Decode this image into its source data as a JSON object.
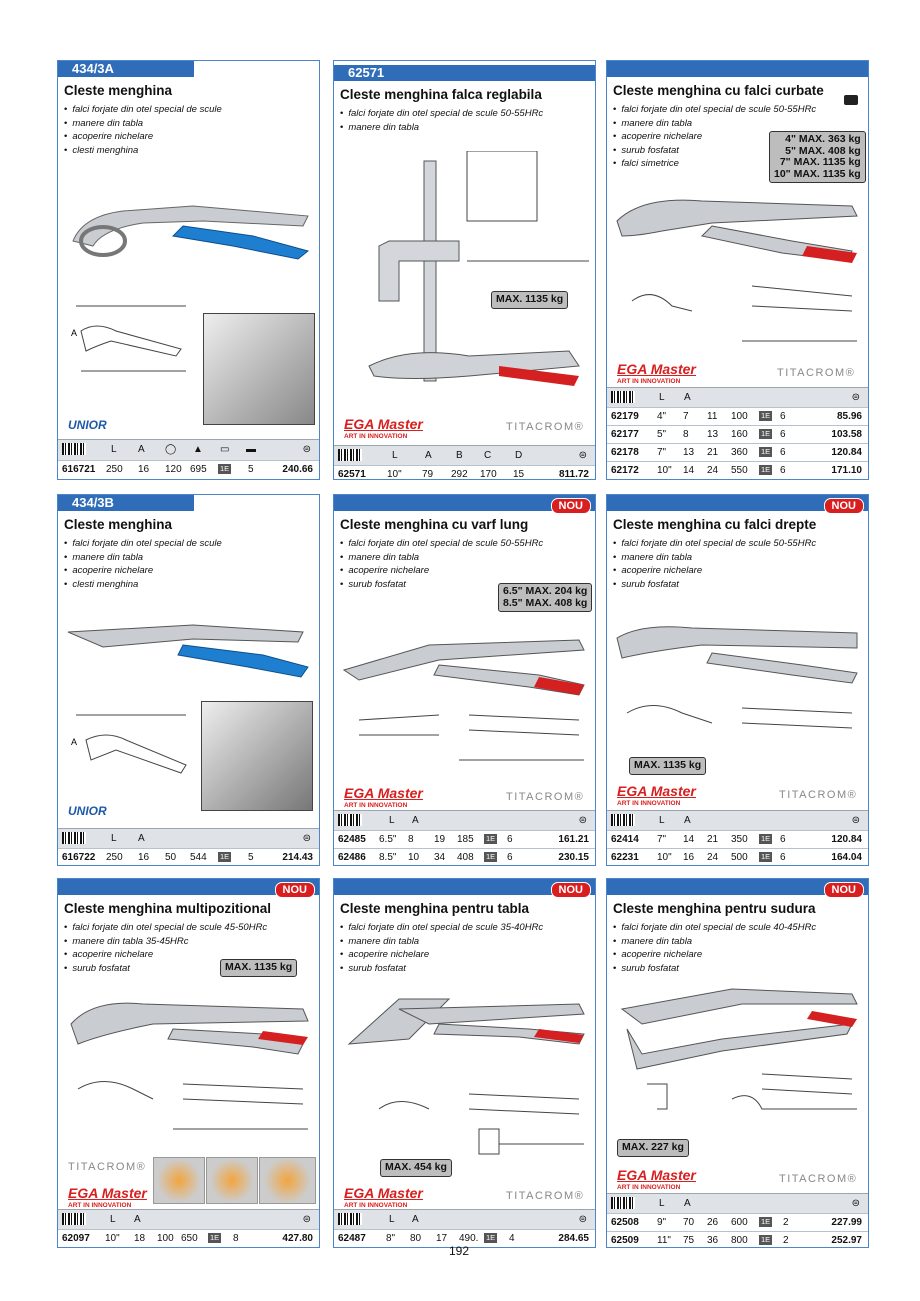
{
  "page_number": "192",
  "cards": [
    {
      "header": "434/3A",
      "title": "Cleste menghina",
      "features": [
        "falci forjate din otel special de scule",
        "manere din tabla",
        "acoperire nichelare",
        "clesti menghina"
      ],
      "brand": "UNIOR",
      "cols": [
        "L",
        "A",
        "",
        "",
        "",
        "",
        ""
      ],
      "rows": [
        [
          "616721",
          "250",
          "16",
          "120",
          "695",
          "1E",
          "5",
          "240.66"
        ]
      ]
    },
    {
      "header": "62571",
      "title": "Cleste menghina falca reglabila",
      "features": [
        "falci forjate din otel special de scule 50-55HRc",
        "manere din tabla"
      ],
      "max": "MAX. 1135 kg",
      "brand_ega": "EGA Master",
      "ega_sub": "ART IN INNOVATION",
      "titacrom": "TITACROM®",
      "cols": [
        "L",
        "A",
        "B",
        "C",
        "D"
      ],
      "rows": [
        [
          "62571",
          "10\"",
          "79",
          "292",
          "170",
          "15",
          "811.72"
        ]
      ]
    },
    {
      "header": "",
      "title": "Cleste menghina cu falci curbate",
      "features": [
        "falci forjate din otel special de scule 50-55HRc",
        "manere din tabla",
        "acoperire nichelare",
        "surub fosfatat",
        "falci simetrice"
      ],
      "max_lines": [
        "4\" MAX. 363 kg",
        "5\" MAX. 408 kg",
        "7\" MAX. 1135 kg",
        "10\" MAX. 1135 kg"
      ],
      "brand_ega": "EGA Master",
      "ega_sub": "ART IN INNOVATION",
      "titacrom": "TITACROM®",
      "rows": [
        [
          "62179",
          "4\"",
          "7",
          "11",
          "100",
          "1E",
          "6",
          "85.96"
        ],
        [
          "62177",
          "5\"",
          "8",
          "13",
          "160",
          "1E",
          "6",
          "103.58"
        ],
        [
          "62178",
          "7\"",
          "13",
          "21",
          "360",
          "1E",
          "6",
          "120.84"
        ],
        [
          "62172",
          "10\"",
          "14",
          "24",
          "550",
          "1E",
          "6",
          "171.10"
        ]
      ]
    },
    {
      "header": "434/3B",
      "title": "Cleste menghina",
      "features": [
        "falci forjate din otel special de scule",
        "manere din tabla",
        "acoperire nichelare",
        "clesti menghina"
      ],
      "brand": "UNIOR",
      "rows": [
        [
          "616722",
          "250",
          "16",
          "50",
          "544",
          "1E",
          "5",
          "214.43"
        ]
      ]
    },
    {
      "badge": "NOU",
      "title": "Cleste menghina cu varf lung",
      "features": [
        "falci forjate din otel special de scule 50-55HRc",
        "manere din tabla",
        "acoperire nichelare",
        "surub fosfatat"
      ],
      "max_lines": [
        "6.5\" MAX. 204 kg",
        "8.5\" MAX. 408 kg"
      ],
      "brand_ega": "EGA Master",
      "ega_sub": "ART IN INNOVATION",
      "titacrom": "TITACROM®",
      "rows": [
        [
          "62485",
          "6.5\"",
          "8",
          "19",
          "185",
          "1E",
          "6",
          "161.21"
        ],
        [
          "62486",
          "8.5\"",
          "10",
          "34",
          "408",
          "1E",
          "6",
          "230.15"
        ]
      ]
    },
    {
      "badge": "NOU",
      "title": "Cleste menghina cu falci drepte",
      "features": [
        "falci forjate din otel special de scule 50-55HRc",
        "manere din tabla",
        "acoperire nichelare",
        "surub fosfatat"
      ],
      "max": "MAX. 1135 kg",
      "brand_ega": "EGA Master",
      "ega_sub": "ART IN INNOVATION",
      "titacrom": "TITACROM®",
      "rows": [
        [
          "62414",
          "7\"",
          "14",
          "21",
          "350",
          "1E",
          "6",
          "120.84"
        ],
        [
          "62231",
          "10\"",
          "16",
          "24",
          "500",
          "1E",
          "6",
          "164.04"
        ]
      ]
    },
    {
      "badge": "NOU",
      "title": "Cleste menghina multipozitional",
      "features": [
        "falci forjate din otel special de scule 45-50HRc",
        "manere din tabla 35-45HRc",
        "acoperire nichelare",
        "surub fosfatat"
      ],
      "max": "MAX. 1135 kg",
      "brand_ega": "EGA Master",
      "ega_sub": "ART IN INNOVATION",
      "titacrom": "TITACROM®",
      "rows": [
        [
          "62097",
          "10\"",
          "18",
          "100",
          "650",
          "1E",
          "8",
          "427.80"
        ]
      ]
    },
    {
      "badge": "NOU",
      "title": "Cleste menghina pentru tabla",
      "features": [
        "falci forjate din otel special de scule 35-40HRc",
        "manere din tabla",
        "acoperire nichelare",
        "surub fosfatat"
      ],
      "max": "MAX. 454 kg",
      "brand_ega": "EGA Master",
      "ega_sub": "ART IN INNOVATION",
      "titacrom": "TITACROM®",
      "rows": [
        [
          "62487",
          "8\"",
          "80",
          "17",
          "490.",
          "1E",
          "4",
          "284.65"
        ]
      ]
    },
    {
      "badge": "NOU",
      "title": "Cleste menghina pentru sudura",
      "features": [
        "falci forjate din otel special de scule 40-45HRc",
        "manere din tabla",
        "acoperire nichelare",
        "surub fosfatat"
      ],
      "max": "MAX. 227 kg",
      "brand_ega": "EGA Master",
      "ega_sub": "ART IN INNOVATION",
      "titacrom": "TITACROM®",
      "rows": [
        [
          "62508",
          "9\"",
          "70",
          "26",
          "600",
          "1E",
          "2",
          "227.99"
        ],
        [
          "62509",
          "11\"",
          "75",
          "36",
          "800",
          "1E",
          "2",
          "252.97"
        ]
      ]
    }
  ],
  "table_header": {
    "l": "L",
    "a": "A",
    "b": "B",
    "c": "C",
    "d": "D"
  },
  "brand_unior": "UNIOR"
}
